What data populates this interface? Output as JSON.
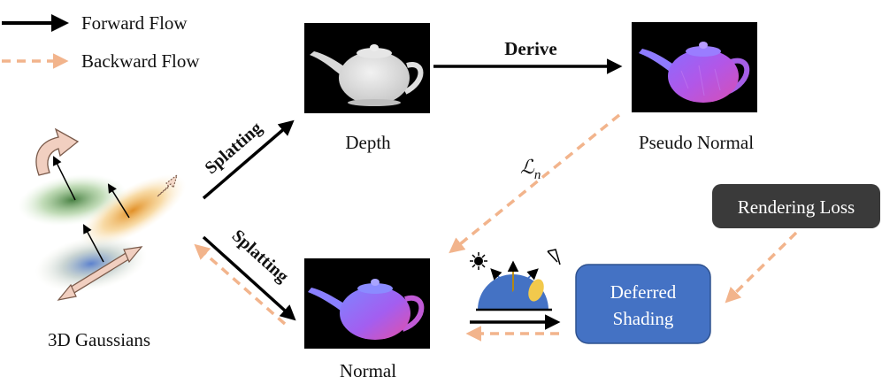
{
  "legend": {
    "forward_label": "Forward Flow",
    "backward_label": "Backward Flow"
  },
  "labels": {
    "depth": "Depth",
    "pseudo_normal": "Pseudo Normal",
    "normal": "Normal",
    "gaussians": "3D Gaussians",
    "derive": "Derive",
    "splatting_top": "Splatting",
    "splatting_bottom": "Splatting",
    "loss_symbol": "ℒ",
    "loss_subscript": "n"
  },
  "boxes": {
    "rendering_loss": "Rendering Loss",
    "deferred_line1": "Deferred",
    "deferred_line2": "Shading"
  },
  "colors": {
    "forward": "#000000",
    "backward": "#f2b48c",
    "rendering_loss_box": "#3a3a3a",
    "deferred_box": "#4472c4",
    "image_bg": "#000000"
  }
}
